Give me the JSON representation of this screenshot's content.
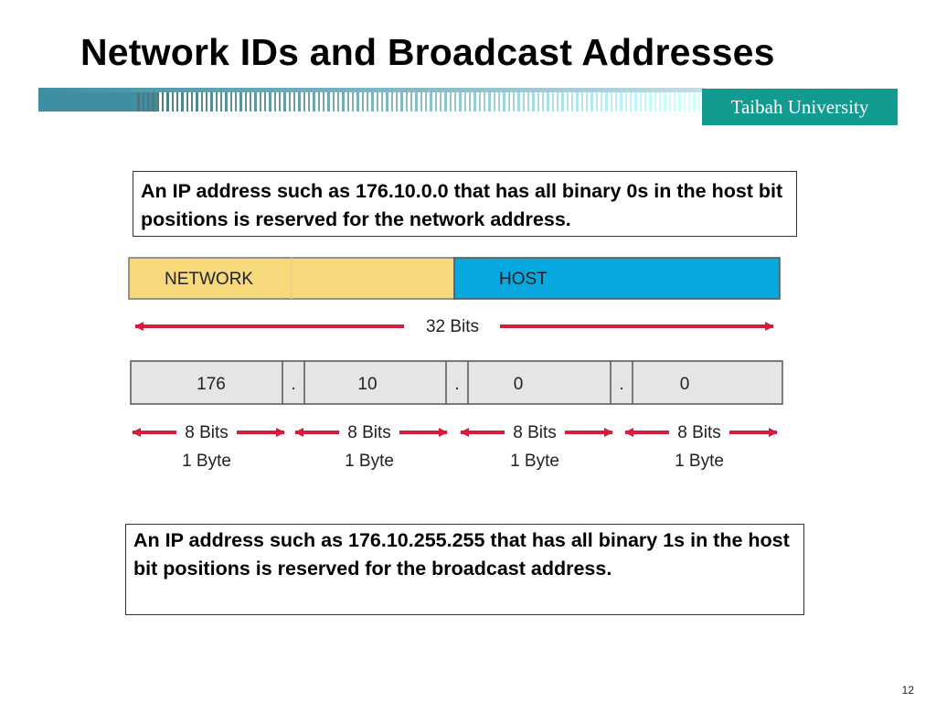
{
  "slide": {
    "title": "Network IDs and Broadcast Addresses",
    "university": "Taibah University",
    "page_number": "12",
    "accent_color": "#129b91"
  },
  "notes": {
    "network_address": "An IP address such as 176.10.0.0 that has all binary 0s in the host bit positions is reserved for the network address.",
    "broadcast_address": "An IP address such as 176.10.255.255 that has all binary 1s in the host bit positions is reserved for the broadcast address."
  },
  "diagram": {
    "network_label": "NETWORK",
    "host_label": "HOST",
    "total_bits_label": "32 Bits",
    "separator": ".",
    "octets": [
      "176",
      "10",
      "0",
      "0"
    ],
    "octet_bits_label": "8 Bits",
    "octet_byte_label": "1 Byte",
    "network_color": "#f7d87a",
    "host_color": "#07a8e0",
    "arrow_color": "#d81b3c"
  }
}
